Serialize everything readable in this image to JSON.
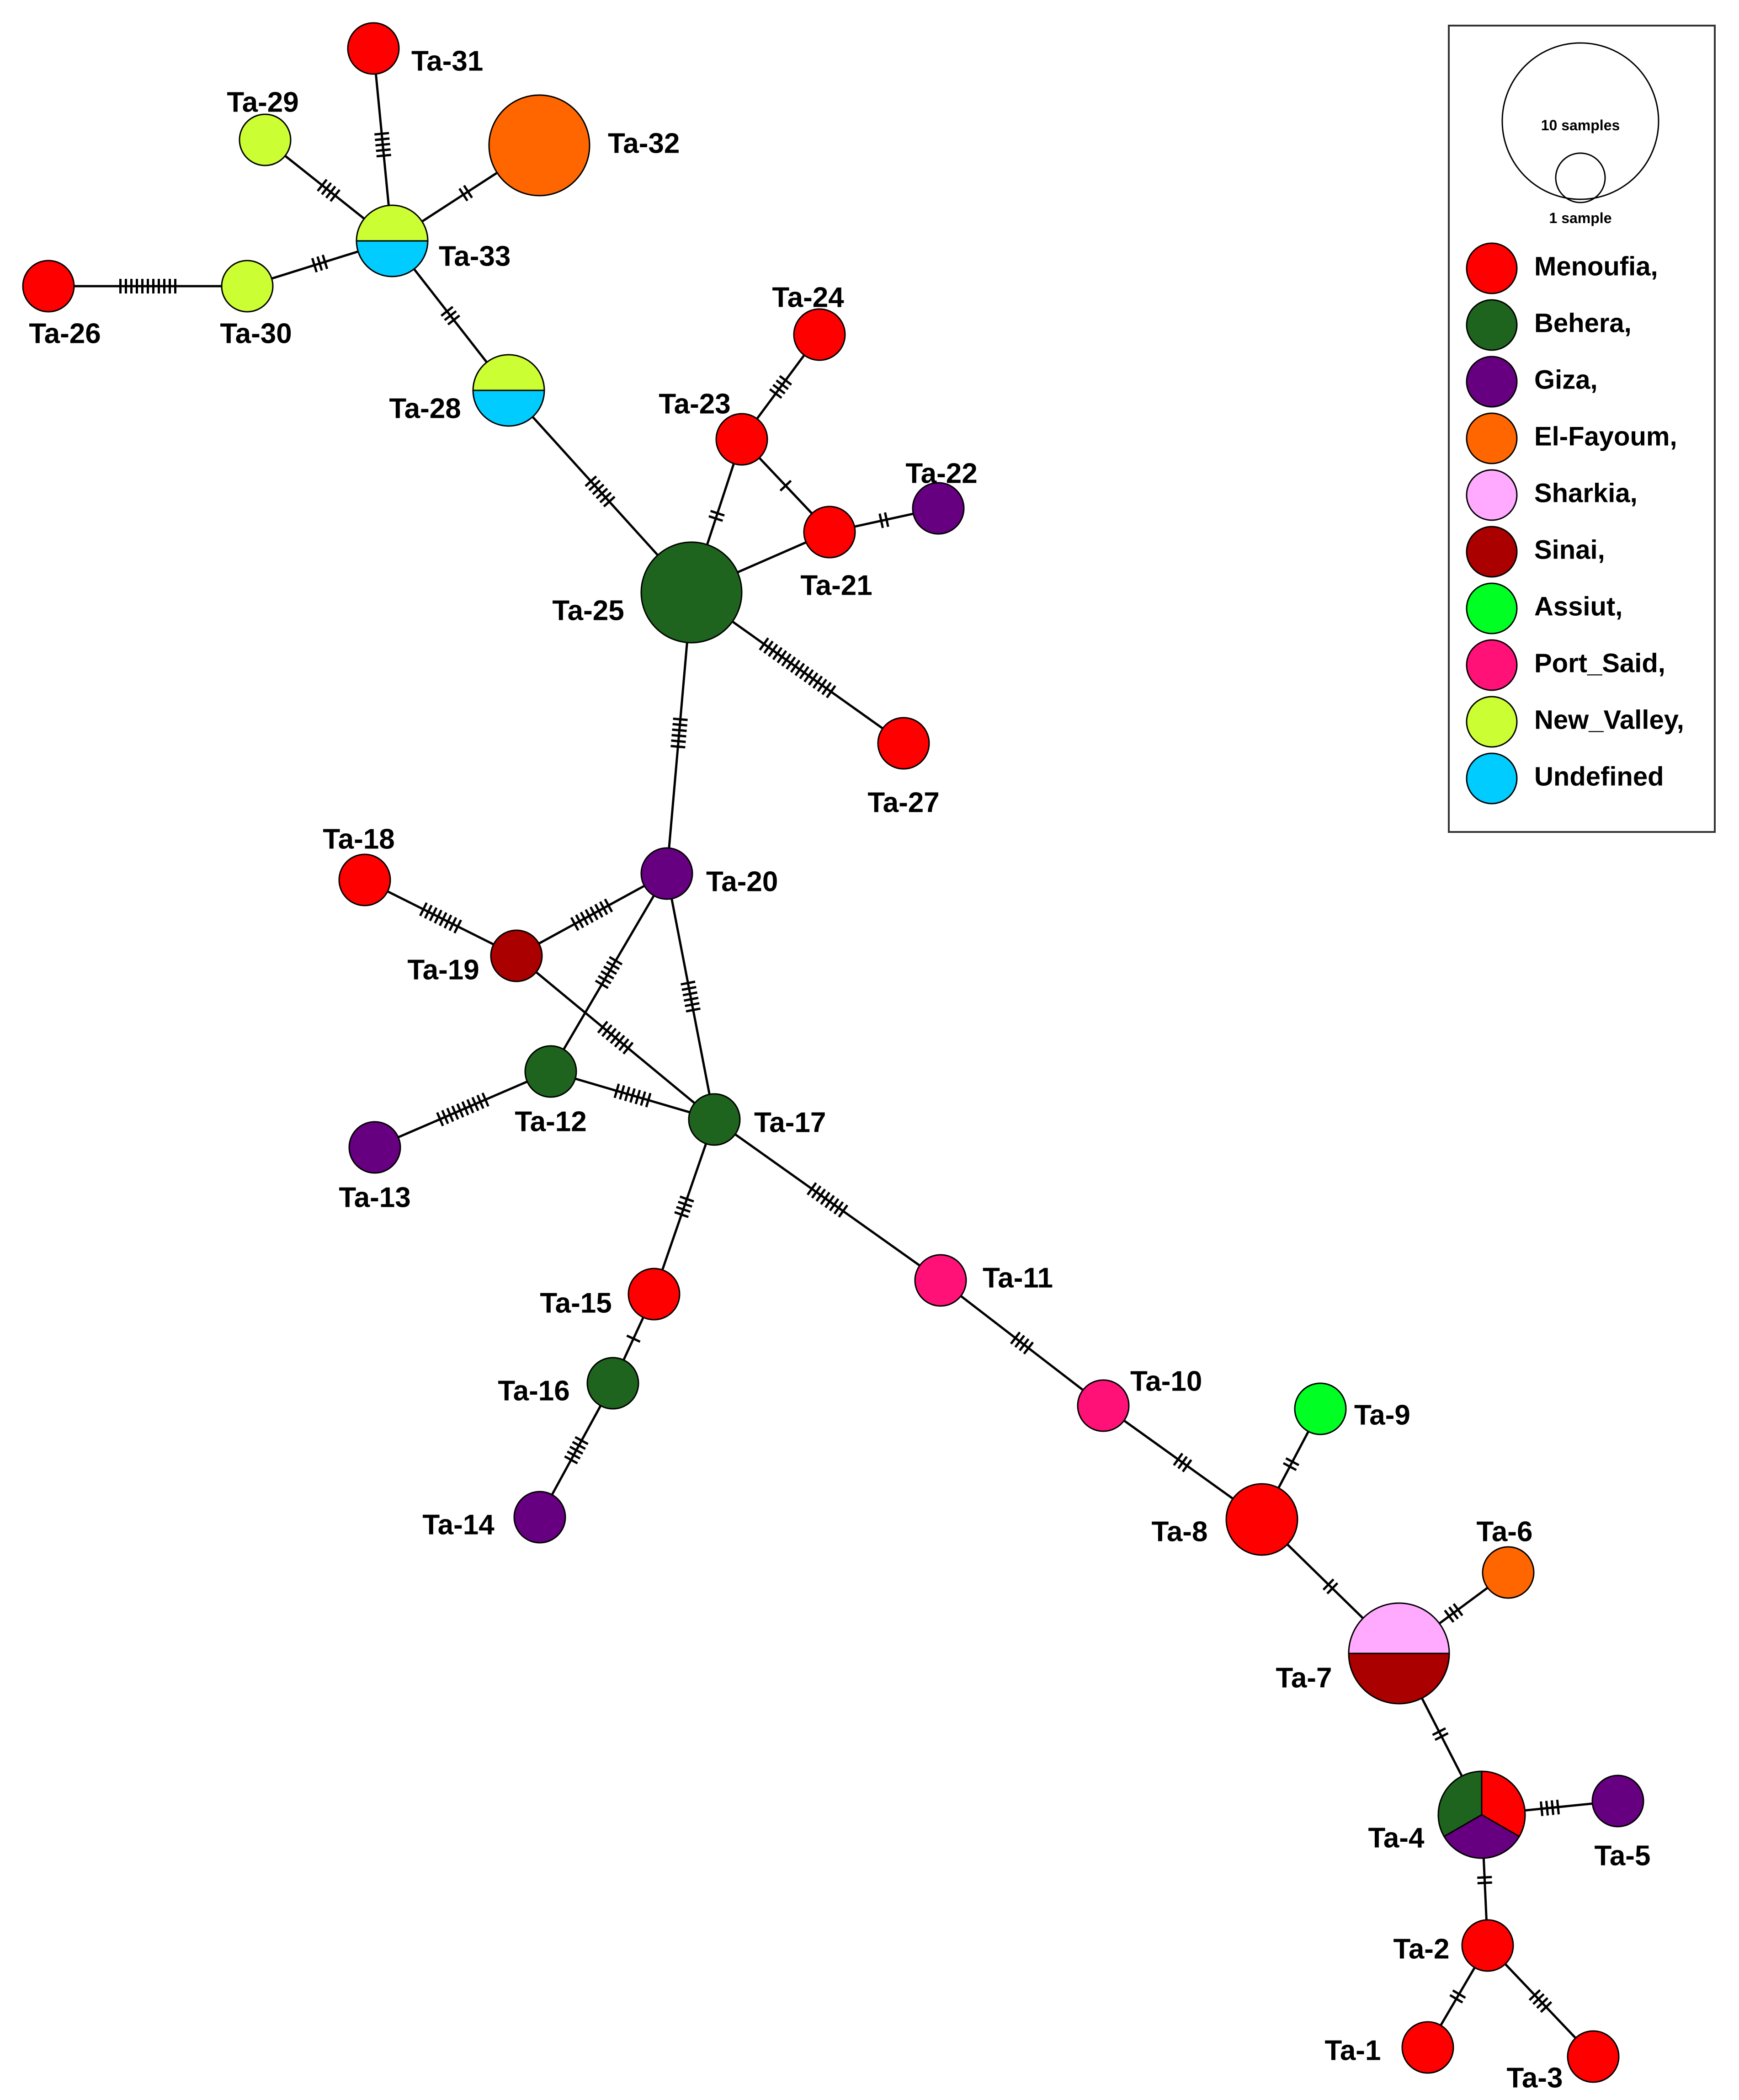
{
  "colors": {
    "menoufia": "#ff0000",
    "behera": "#1e631e",
    "giza": "#660080",
    "el_fayoum": "#ff6600",
    "sharkia": "#ffaaff",
    "sinai": "#aa0000",
    "assiut": "#00ff22",
    "port_said": "#ff1177",
    "new_valley": "#ccff33",
    "undefined": "#00ccff",
    "stroke": "#000000"
  },
  "legend": {
    "scale": {
      "large_label": "10 samples",
      "small_label": "1 sample"
    },
    "items": [
      {
        "key": "menoufia",
        "label": "Menoufia,"
      },
      {
        "key": "behera",
        "label": "Behera,"
      },
      {
        "key": "giza",
        "label": "Giza,"
      },
      {
        "key": "el_fayoum",
        "label": "El-Fayoum,"
      },
      {
        "key": "sharkia",
        "label": "Sharkia,"
      },
      {
        "key": "sinai",
        "label": "Sinai,"
      },
      {
        "key": "assiut",
        "label": "Assiut,"
      },
      {
        "key": "port_said",
        "label": "Port_Said,"
      },
      {
        "key": "new_valley",
        "label": "New_Valley,"
      },
      {
        "key": "undefined",
        "label": "Undefined"
      }
    ]
  },
  "network": {
    "haplotypes": [
      {
        "id": "Ta-1",
        "label": "Ta-1",
        "samples": 1,
        "pops": [
          "menoufia"
        ]
      },
      {
        "id": "Ta-2",
        "label": "Ta-2",
        "samples": 1,
        "pops": [
          "menoufia"
        ]
      },
      {
        "id": "Ta-3",
        "label": "Ta-3",
        "samples": 1,
        "pops": [
          "menoufia"
        ]
      },
      {
        "id": "Ta-4",
        "label": "Ta-4",
        "samples": 3,
        "pops": [
          "menoufia",
          "giza",
          "behera"
        ]
      },
      {
        "id": "Ta-5",
        "label": "Ta-5",
        "samples": 1,
        "pops": [
          "giza"
        ]
      },
      {
        "id": "Ta-6",
        "label": "Ta-6",
        "samples": 1,
        "pops": [
          "el_fayoum"
        ]
      },
      {
        "id": "Ta-7",
        "label": "Ta-7",
        "samples": 4,
        "pops": [
          "sharkia",
          "sinai"
        ]
      },
      {
        "id": "Ta-8",
        "label": "Ta-8",
        "samples": 2,
        "pops": [
          "menoufia"
        ]
      },
      {
        "id": "Ta-9",
        "label": "Ta-9",
        "samples": 1,
        "pops": [
          "assiut"
        ]
      },
      {
        "id": "Ta-10",
        "label": "Ta-10",
        "samples": 1,
        "pops": [
          "port_said"
        ]
      },
      {
        "id": "Ta-11",
        "label": "Ta-11",
        "samples": 1,
        "pops": [
          "port_said"
        ]
      },
      {
        "id": "Ta-12",
        "label": "Ta-12",
        "samples": 1,
        "pops": [
          "behera"
        ]
      },
      {
        "id": "Ta-13",
        "label": "Ta-13",
        "samples": 1,
        "pops": [
          "giza"
        ]
      },
      {
        "id": "Ta-14",
        "label": "Ta-14",
        "samples": 1,
        "pops": [
          "giza"
        ]
      },
      {
        "id": "Ta-15",
        "label": "Ta-15",
        "samples": 1,
        "pops": [
          "menoufia"
        ]
      },
      {
        "id": "Ta-16",
        "label": "Ta-16",
        "samples": 1,
        "pops": [
          "behera"
        ]
      },
      {
        "id": "Ta-17",
        "label": "Ta-17",
        "samples": 1,
        "pops": [
          "behera"
        ]
      },
      {
        "id": "Ta-18",
        "label": "Ta-18",
        "samples": 1,
        "pops": [
          "menoufia"
        ]
      },
      {
        "id": "Ta-19",
        "label": "Ta-19",
        "samples": 1,
        "pops": [
          "sinai"
        ]
      },
      {
        "id": "Ta-20",
        "label": "Ta-20",
        "samples": 1,
        "pops": [
          "giza"
        ]
      },
      {
        "id": "Ta-21",
        "label": "Ta-21",
        "samples": 1,
        "pops": [
          "menoufia"
        ]
      },
      {
        "id": "Ta-22",
        "label": "Ta-22",
        "samples": 1,
        "pops": [
          "giza"
        ]
      },
      {
        "id": "Ta-23",
        "label": "Ta-23",
        "samples": 1,
        "pops": [
          "menoufia"
        ]
      },
      {
        "id": "Ta-24",
        "label": "Ta-24",
        "samples": 1,
        "pops": [
          "menoufia"
        ]
      },
      {
        "id": "Ta-25",
        "label": "Ta-25",
        "samples": 4,
        "pops": [
          "behera"
        ]
      },
      {
        "id": "Ta-26",
        "label": "Ta-26",
        "samples": 1,
        "pops": [
          "menoufia"
        ]
      },
      {
        "id": "Ta-27",
        "label": "Ta-27",
        "samples": 1,
        "pops": [
          "menoufia"
        ]
      },
      {
        "id": "Ta-28",
        "label": "Ta-28",
        "samples": 2,
        "pops": [
          "new_valley",
          "undefined"
        ]
      },
      {
        "id": "Ta-29",
        "label": "Ta-29",
        "samples": 1,
        "pops": [
          "new_valley"
        ]
      },
      {
        "id": "Ta-30",
        "label": "Ta-30",
        "samples": 1,
        "pops": [
          "new_valley"
        ]
      },
      {
        "id": "Ta-31",
        "label": "Ta-31",
        "samples": 1,
        "pops": [
          "menoufia"
        ]
      },
      {
        "id": "Ta-32",
        "label": "Ta-32",
        "samples": 4,
        "pops": [
          "el_fayoum"
        ]
      },
      {
        "id": "Ta-33",
        "label": "Ta-33",
        "samples": 2,
        "pops": [
          "new_valley",
          "undefined"
        ]
      }
    ],
    "edges": [
      {
        "from": "Ta-1",
        "to": "Ta-2",
        "mutations": 2
      },
      {
        "from": "Ta-3",
        "to": "Ta-2",
        "mutations": 4
      },
      {
        "from": "Ta-2",
        "to": "Ta-4",
        "mutations": 2
      },
      {
        "from": "Ta-4",
        "to": "Ta-5",
        "mutations": 4
      },
      {
        "from": "Ta-4",
        "to": "Ta-7",
        "mutations": 2
      },
      {
        "from": "Ta-7",
        "to": "Ta-6",
        "mutations": 3
      },
      {
        "from": "Ta-7",
        "to": "Ta-8",
        "mutations": 2
      },
      {
        "from": "Ta-8",
        "to": "Ta-9",
        "mutations": 2
      },
      {
        "from": "Ta-8",
        "to": "Ta-10",
        "mutations": 3
      },
      {
        "from": "Ta-10",
        "to": "Ta-11",
        "mutations": 4
      },
      {
        "from": "Ta-11",
        "to": "Ta-17",
        "mutations": 8
      },
      {
        "from": "Ta-17",
        "to": "Ta-15",
        "mutations": 4
      },
      {
        "from": "Ta-15",
        "to": "Ta-16",
        "mutations": 1
      },
      {
        "from": "Ta-16",
        "to": "Ta-14",
        "mutations": 5
      },
      {
        "from": "Ta-17",
        "to": "Ta-12",
        "mutations": 7
      },
      {
        "from": "Ta-12",
        "to": "Ta-13",
        "mutations": 10
      },
      {
        "from": "Ta-17",
        "to": "Ta-19",
        "mutations": 7
      },
      {
        "from": "Ta-17",
        "to": "Ta-20",
        "mutations": 6
      },
      {
        "from": "Ta-12",
        "to": "Ta-20",
        "mutations": 6
      },
      {
        "from": "Ta-19",
        "to": "Ta-20",
        "mutations": 8
      },
      {
        "from": "Ta-19",
        "to": "Ta-18",
        "mutations": 8
      },
      {
        "from": "Ta-20",
        "to": "Ta-25",
        "mutations": 6
      },
      {
        "from": "Ta-25",
        "to": "Ta-27",
        "mutations": 16
      },
      {
        "from": "Ta-25",
        "to": "Ta-21",
        "mutations": 0
      },
      {
        "from": "Ta-25",
        "to": "Ta-23",
        "mutations": 2
      },
      {
        "from": "Ta-23",
        "to": "Ta-21",
        "mutations": 1
      },
      {
        "from": "Ta-21",
        "to": "Ta-22",
        "mutations": 2
      },
      {
        "from": "Ta-23",
        "to": "Ta-24",
        "mutations": 4
      },
      {
        "from": "Ta-25",
        "to": "Ta-28",
        "mutations": 6
      },
      {
        "from": "Ta-28",
        "to": "Ta-33",
        "mutations": 3
      },
      {
        "from": "Ta-33",
        "to": "Ta-31",
        "mutations": 5
      },
      {
        "from": "Ta-33",
        "to": "Ta-29",
        "mutations": 4
      },
      {
        "from": "Ta-33",
        "to": "Ta-32",
        "mutations": 2
      },
      {
        "from": "Ta-33",
        "to": "Ta-30",
        "mutations": 3
      },
      {
        "from": "Ta-30",
        "to": "Ta-26",
        "mutations": 11
      }
    ]
  }
}
